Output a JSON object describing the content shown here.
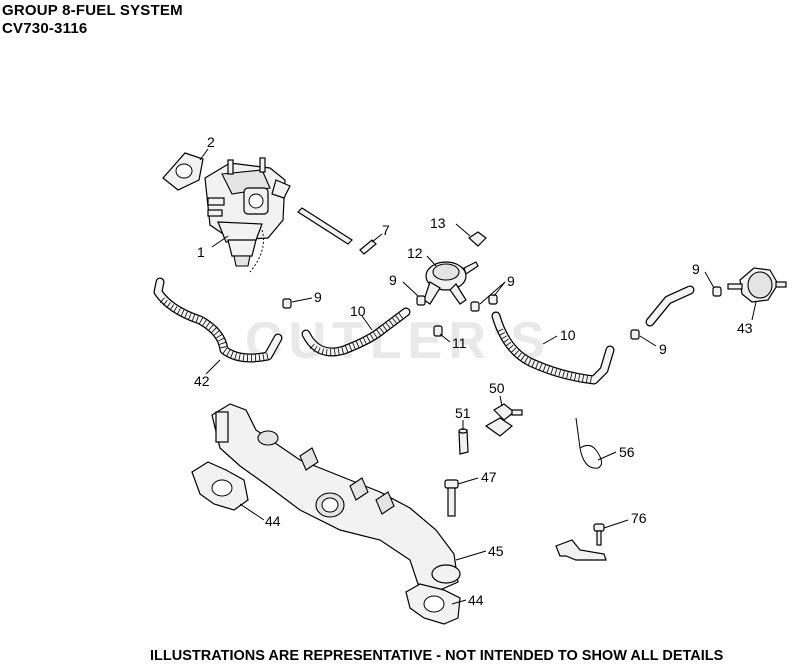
{
  "header": {
    "line1": "GROUP 8-FUEL SYSTEM",
    "line2": "CV730-3116"
  },
  "watermark": "CUTLER'S",
  "footer": "ILLUSTRATIONS ARE REPRESENTATIVE - NOT INTENDED TO SHOW ALL DETAILS",
  "callouts": {
    "c1": "1",
    "c2": "2",
    "c7": "7",
    "c13": "13",
    "c12": "12",
    "c9a": "9",
    "c9b": "9",
    "c9c": "9",
    "c9d": "9",
    "c9e": "9",
    "c10a": "10",
    "c10b": "10",
    "c11": "11",
    "c42": "42",
    "c43": "43",
    "c50": "50",
    "c51": "51",
    "c56": "56",
    "c47": "47",
    "c44a": "44",
    "c44b": "44",
    "c45": "45",
    "c76": "76"
  }
}
